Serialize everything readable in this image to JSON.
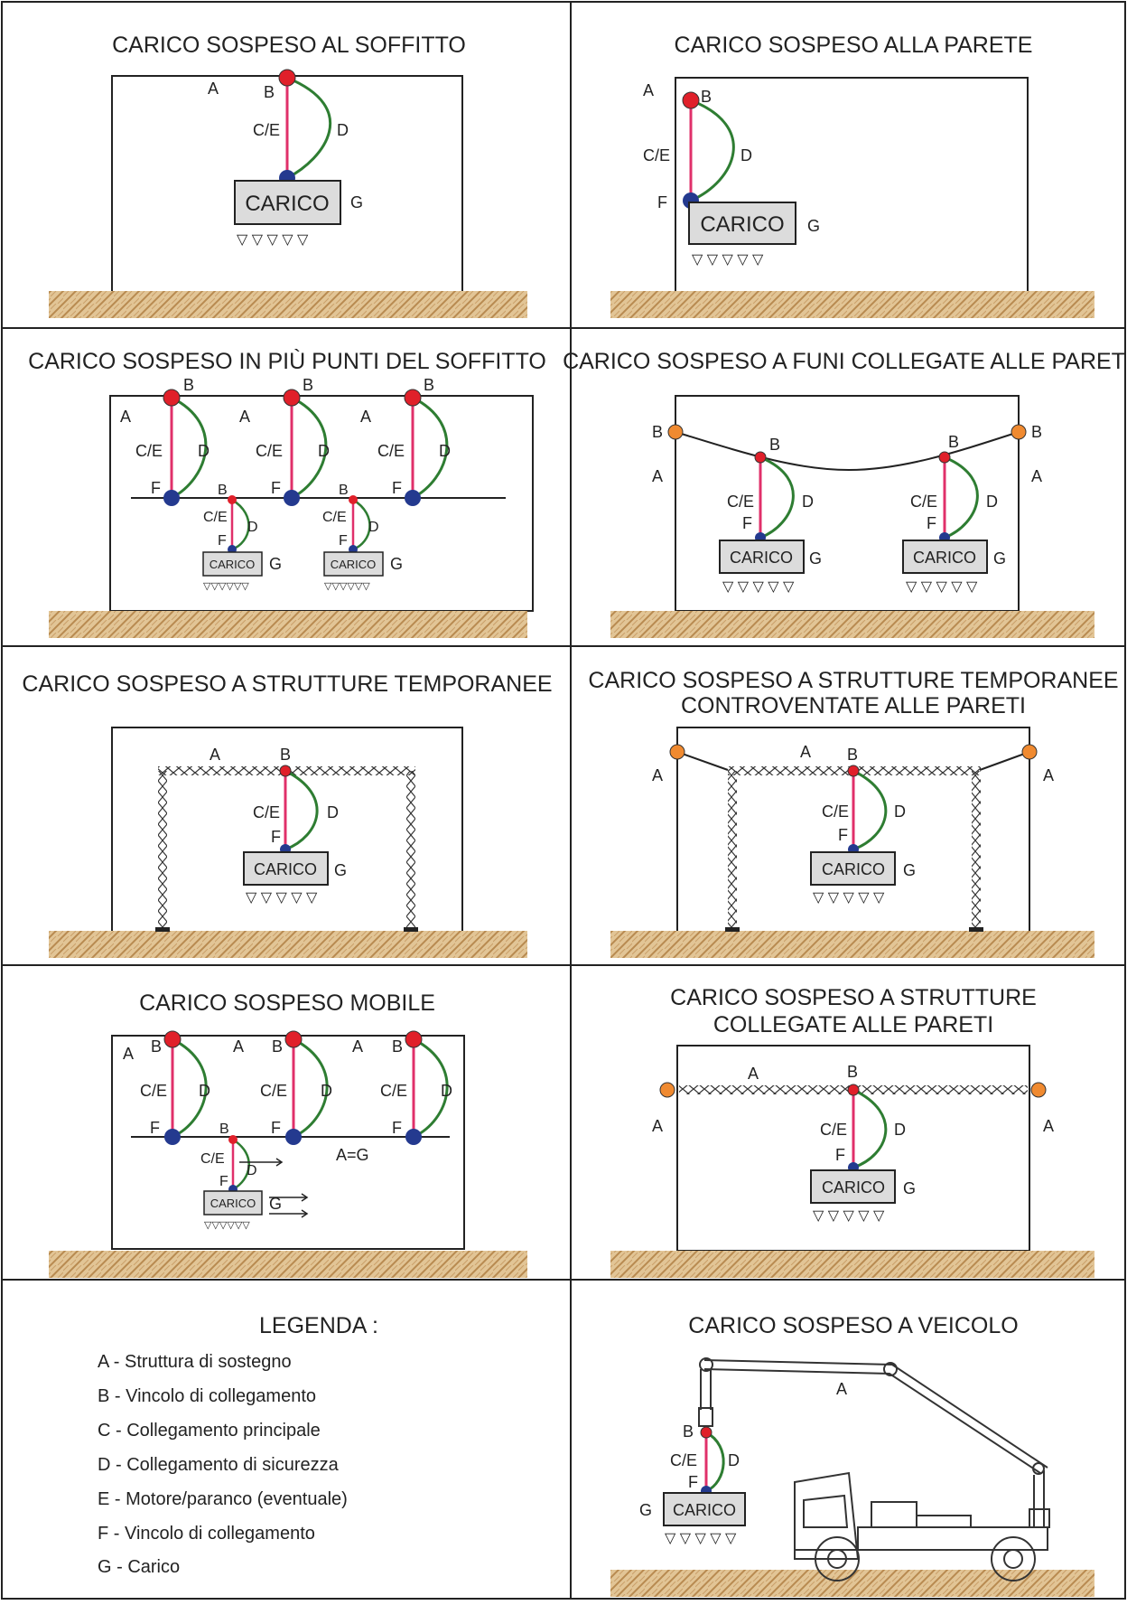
{
  "panels": {
    "p1": {
      "title": "CARICO SOSPESO AL SOFFITTO"
    },
    "p2": {
      "title": "CARICO SOSPESO ALLA PARETE"
    },
    "p3": {
      "title": "CARICO SOSPESO IN PIÙ PUNTI DEL SOFFITTO"
    },
    "p4": {
      "title": "CARICO SOSPESO A FUNI COLLEGATE ALLE PARETI"
    },
    "p5": {
      "title": "CARICO SOSPESO A STRUTTURE TEMPORANEE"
    },
    "p6": {
      "title_line1": "CARICO SOSPESO A STRUTTURE TEMPORANEE",
      "title_line2": "CONTROVENTATE ALLE PARETI"
    },
    "p7": {
      "title": "CARICO SOSPESO MOBILE",
      "ag_label": "A=G"
    },
    "p8": {
      "title_line1": "CARICO SOSPESO A STRUTTURE",
      "title_line2": "COLLEGATE ALLE PARETI"
    },
    "p10": {
      "title": "CARICO SOSPESO A VEICOLO"
    }
  },
  "labels": {
    "a": "A",
    "b": "B",
    "ce": "C/E",
    "d": "D",
    "f": "F",
    "g": "G",
    "carico": "CARICO"
  },
  "legend": {
    "title": "LEGENDA :",
    "items": [
      "A - Struttura di sostegno",
      "B - Vincolo di collegamento",
      "C - Collegamento principale",
      "D - Collegamento di sicurezza",
      "E - Motore/paranco (eventuale)",
      "F - Vincolo di collegamento",
      "G - Carico"
    ]
  },
  "colors": {
    "border": "#222222",
    "node_red": "#e0202a",
    "node_blue": "#243a8f",
    "node_orange": "#f08a30",
    "cable_pink": "#e0306a",
    "cable_green": "#2e7d32",
    "load_fill": "#dcdcdc",
    "ground": "#d9b98a"
  }
}
